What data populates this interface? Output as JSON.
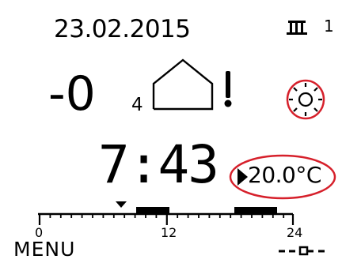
{
  "status": {
    "date": "23.02.2015",
    "heating_circuit_label": "Ш",
    "heating_circuit_number": "1"
  },
  "outdoor": {
    "temperature_main": "-0",
    "temperature_decimal": "4"
  },
  "clock": {
    "time": "7:43"
  },
  "room": {
    "setpoint": "20.0",
    "unit": "°C"
  },
  "program_bar": {
    "tick_labels": [
      "0",
      "12",
      "24"
    ],
    "current_marker_icon": "down-triangle-icon"
  },
  "footer": {
    "menu_label": "MENU",
    "page_indicator_icon": "page-indicator-icon"
  },
  "icons": {
    "house": "house-icon",
    "warning": "exclamation-icon",
    "mode": "sun-icon"
  },
  "highlight": {
    "color": "#d6202b"
  }
}
